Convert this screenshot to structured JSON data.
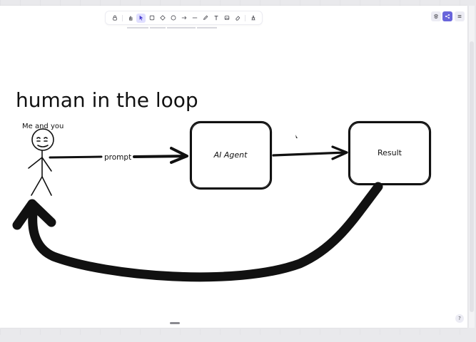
{
  "toolbar": {
    "tools": [
      {
        "name": "lock",
        "label": "lock-icon"
      },
      {
        "name": "hand",
        "label": "hand-icon"
      },
      {
        "name": "selection",
        "label": "pointer-icon",
        "active": true
      },
      {
        "name": "rectangle",
        "label": "rectangle-icon"
      },
      {
        "name": "diamond",
        "label": "diamond-icon"
      },
      {
        "name": "ellipse",
        "label": "ellipse-icon"
      },
      {
        "name": "arrow",
        "label": "arrow-icon"
      },
      {
        "name": "line",
        "label": "line-icon"
      },
      {
        "name": "draw",
        "label": "pencil-icon"
      },
      {
        "name": "text",
        "label": "text-icon"
      },
      {
        "name": "image",
        "label": "image-icon"
      },
      {
        "name": "eraser",
        "label": "eraser-icon"
      },
      {
        "name": "more",
        "label": "more-tools-icon"
      }
    ],
    "accent_color": "#6965db"
  },
  "canvas": {
    "title": "human in the loop",
    "person_label": "Me and you",
    "arrow_label": "prompt",
    "box_agent": "AI Agent",
    "box_result": "Result"
  },
  "help": {
    "label": "?"
  }
}
